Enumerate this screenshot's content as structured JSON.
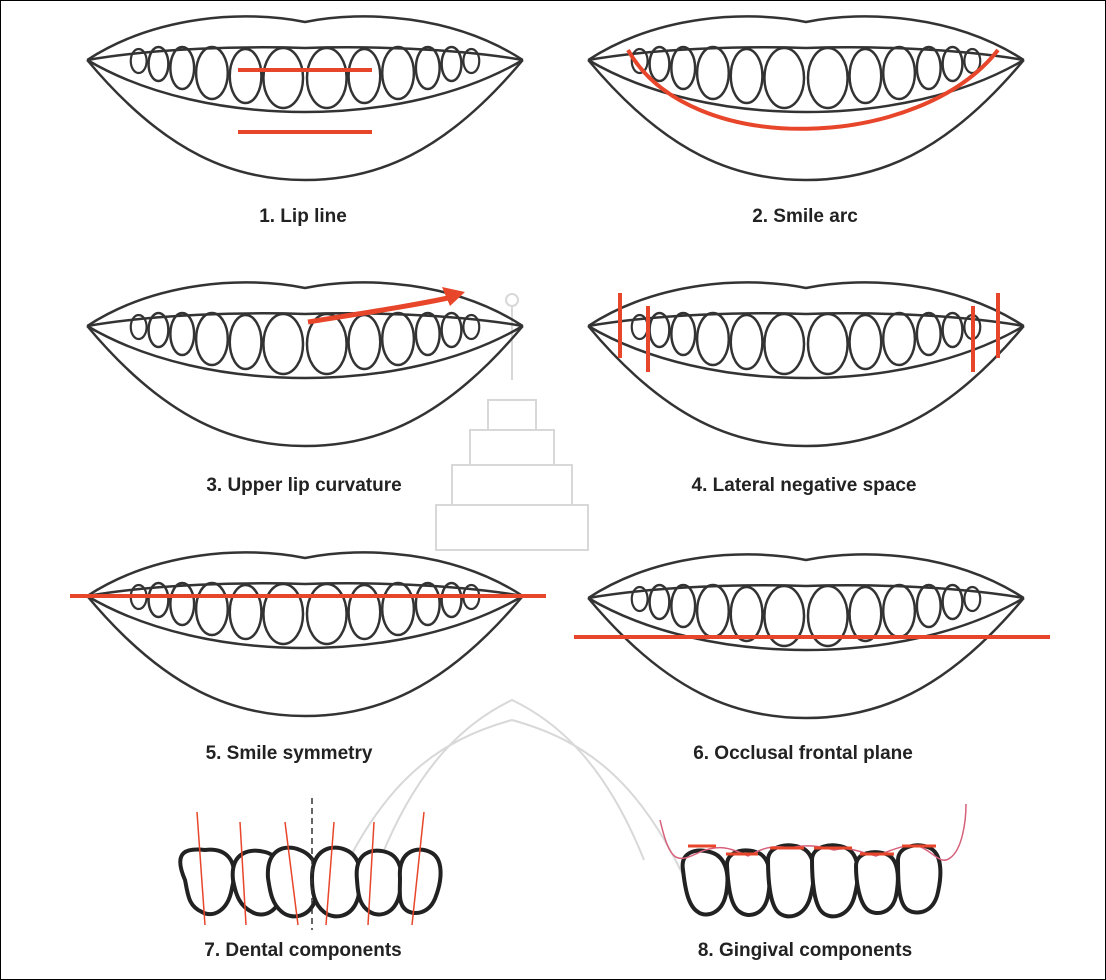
{
  "figure": {
    "panels": [
      {
        "caption": "1. Lip line"
      },
      {
        "caption": "2. Smile arc"
      },
      {
        "caption": "3. Upper lip curvature"
      },
      {
        "caption": "4. Lateral negative space"
      },
      {
        "caption": "5. Smile symmetry"
      },
      {
        "caption": "6. Occlusal frontal plane"
      },
      {
        "caption": "7. Dental components"
      },
      {
        "caption": "8. Gingival components"
      }
    ],
    "colors": {
      "line": "#333333",
      "accent": "#e8462a",
      "gum": "#d6607a",
      "watermark": "#d8d8d8"
    }
  }
}
